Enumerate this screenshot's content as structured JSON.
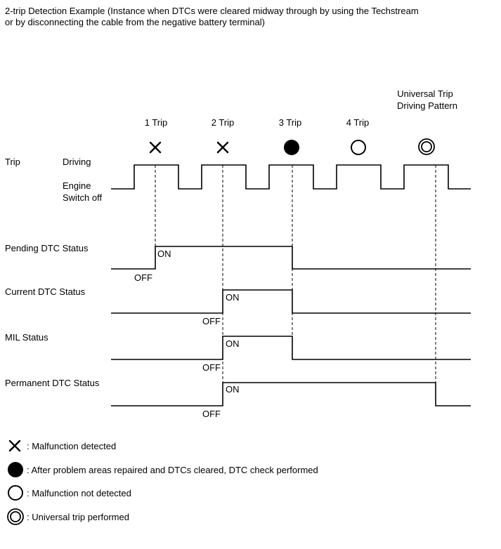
{
  "title": {
    "line1": "2-trip Detection Example (Instance when DTCs were cleared midway through by using the Techstream",
    "line2": "or by disconnecting the cable from the negative battery terminal)"
  },
  "columns": {
    "trip1": "1 Trip",
    "trip2": "2 Trip",
    "trip3": "3 Trip",
    "trip4": "4 Trip",
    "universal_line1": "Universal Trip",
    "universal_line2": "Driving Pattern"
  },
  "symbols": {
    "trip1": "cross-icon",
    "trip2": "cross-icon",
    "trip3": "filled-circle-icon",
    "trip4": "open-circle-icon",
    "universal": "double-circle-icon"
  },
  "trip_row": {
    "label": "Trip",
    "driving": "Driving",
    "engine_line1": "Engine",
    "engine_line2": "Switch off"
  },
  "rows": {
    "pending": {
      "label": "Pending DTC Status",
      "on": "ON",
      "off": "OFF"
    },
    "current": {
      "label": "Current DTC Status",
      "on": "ON",
      "off": "OFF"
    },
    "mil": {
      "label": "MIL Status",
      "on": "ON",
      "off": "OFF"
    },
    "permanent": {
      "label": "Permanent DTC Status",
      "on": "ON",
      "off": "OFF"
    }
  },
  "legend": {
    "cross": ": Malfunction detected",
    "filled": ": After problem areas repaired and DTCs cleared, DTC check performed",
    "open": ": Malfunction not detected",
    "double": ": Universal trip performed"
  }
}
